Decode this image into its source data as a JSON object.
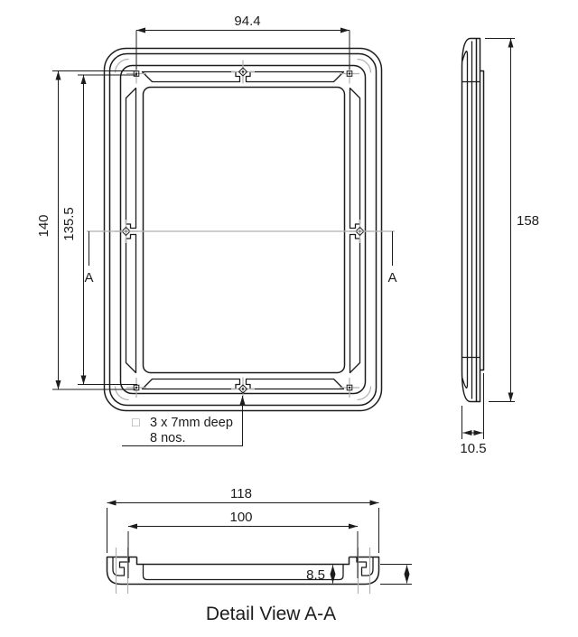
{
  "front_view": {
    "dim_top_width": "94.4",
    "dim_left_outer": "140",
    "dim_left_inner": "135.5",
    "section_label_left": "A",
    "section_label_right": "A",
    "note_symbol": "□",
    "note_line1": "3 x 7mm deep",
    "note_line2": "8 nos."
  },
  "side_view": {
    "dim_height": "158",
    "dim_thickness": "10.5"
  },
  "detail_view": {
    "dim_outer_width": "118",
    "dim_inner_width": "100",
    "dim_depth": "8.5",
    "title": "Detail View A-A"
  },
  "colors": {
    "line": "#1c1c1c",
    "centerline": "#b1b1b1",
    "background": "#ffffff"
  }
}
